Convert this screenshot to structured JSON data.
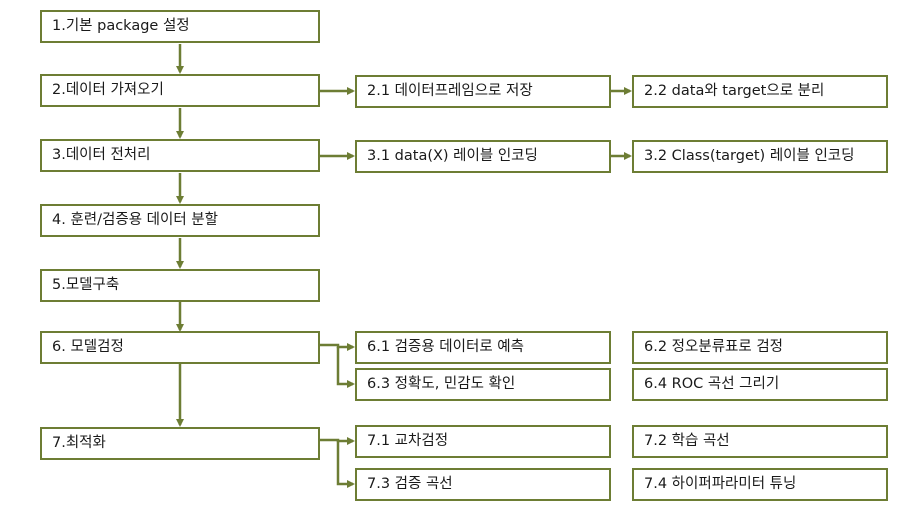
{
  "colors": {
    "line": "#6d7d34",
    "border": "#6d7d34",
    "text": "#1a1a1a",
    "background": "#ffffff"
  },
  "steps": {
    "s1": "1.기본 package 설정",
    "s2": "2.데이터 가져오기",
    "s2_1": "2.1 데이터프레임으로 저장",
    "s2_2": "2.2 data와 target으로 분리",
    "s3": "3.데이터 전처리",
    "s3_1": "3.1 data(X) 레이블 인코딩",
    "s3_2": "3.2 Class(target) 레이블 인코딩",
    "s4": "4. 훈련/검증용 데이터 분할",
    "s5": "5.모델구축",
    "s6": "6. 모델검정",
    "s6_1": "6.1 검증용 데이터로 예측",
    "s6_2": "6.2 정오분류표로 검정",
    "s6_3": "6.3 정확도, 민감도 확인",
    "s6_4": "6.4 ROC 곡선 그리기",
    "s7": "7.최적화",
    "s7_1": "7.1 교차검정",
    "s7_2": "7.2 학습 곡선",
    "s7_3": "7.3 검증 곡선",
    "s7_4": "7.4 하이퍼파라미터 튜닝"
  }
}
